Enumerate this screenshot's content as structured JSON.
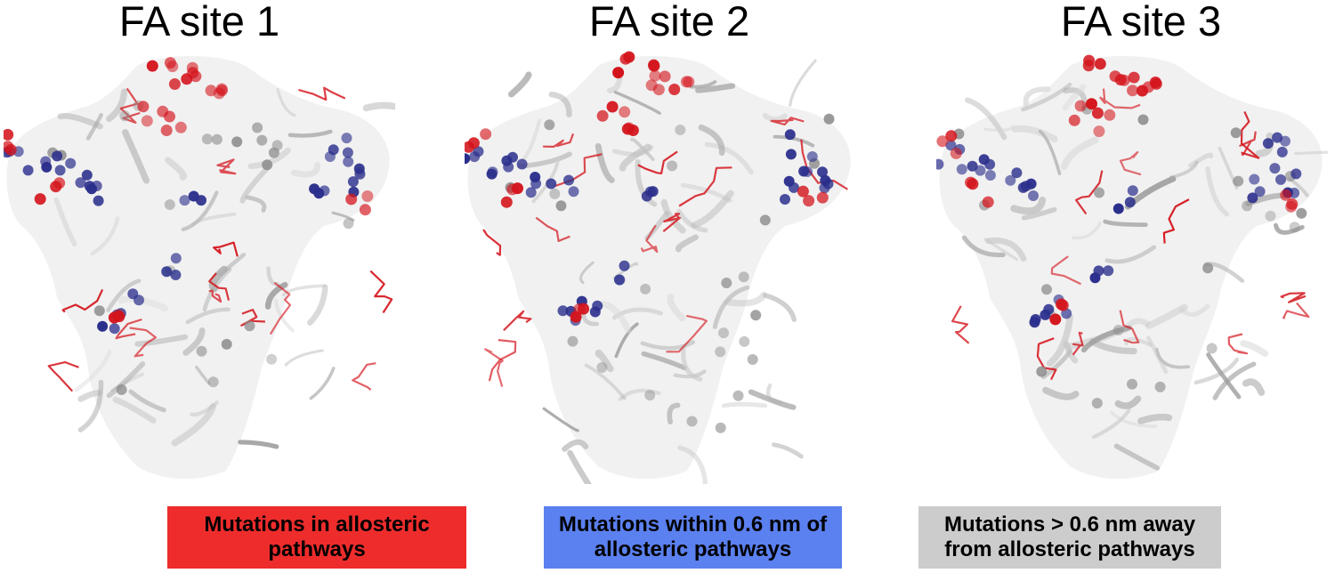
{
  "panels": [
    {
      "title": "FA site 1"
    },
    {
      "title": "FA site 2"
    },
    {
      "title": "FA site 3"
    }
  ],
  "legend": [
    {
      "label": "Mutations in allosteric pathways",
      "color": "#ee2c2c"
    },
    {
      "label": "Mutations within 0.6 nm of allosteric pathways",
      "color": "#5b80ef"
    },
    {
      "label": "Mutations > 0.6 nm away from allosteric pathways",
      "color": "#cccccc"
    }
  ],
  "colors": {
    "pathway": "#d4141c",
    "near": "#2b2f8c",
    "far": "#8c8c8c",
    "protein": "#b4b4b4"
  }
}
